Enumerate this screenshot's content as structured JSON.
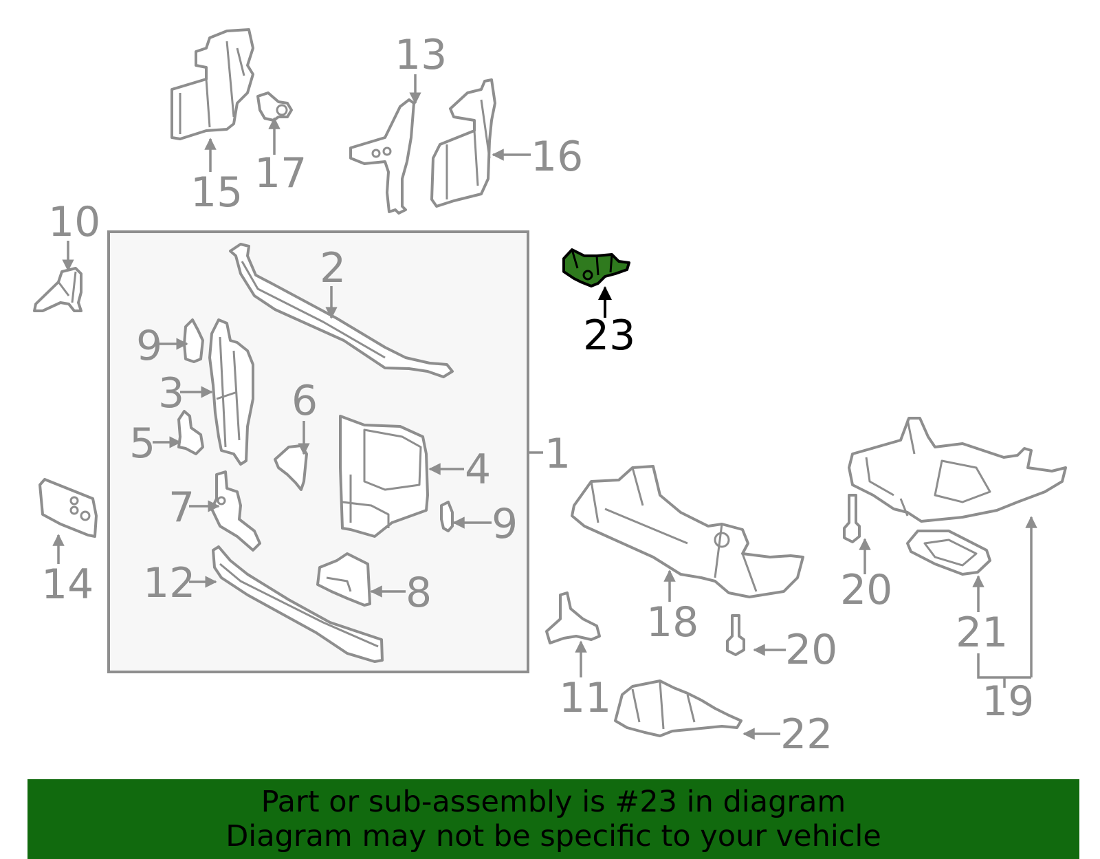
{
  "diagram": {
    "highlight_color": "#116a0e",
    "highlighted_part": "23",
    "callouts": {
      "c1": "1",
      "c2": "2",
      "c3": "3",
      "c4": "4",
      "c5": "5",
      "c6": "6",
      "c7": "7",
      "c8": "8",
      "c9a": "9",
      "c9b": "9",
      "c10": "10",
      "c11": "11",
      "c12": "12",
      "c13": "13",
      "c14": "14",
      "c15": "15",
      "c16": "16",
      "c17": "17",
      "c18": "18",
      "c19": "19",
      "c20a": "20",
      "c20b": "20",
      "c21": "21",
      "c22": "22",
      "c23": "23"
    }
  },
  "banner": {
    "line1": "Part or sub-assembly is #23 in diagram",
    "line2": "Diagram may not be specific to your vehicle"
  }
}
